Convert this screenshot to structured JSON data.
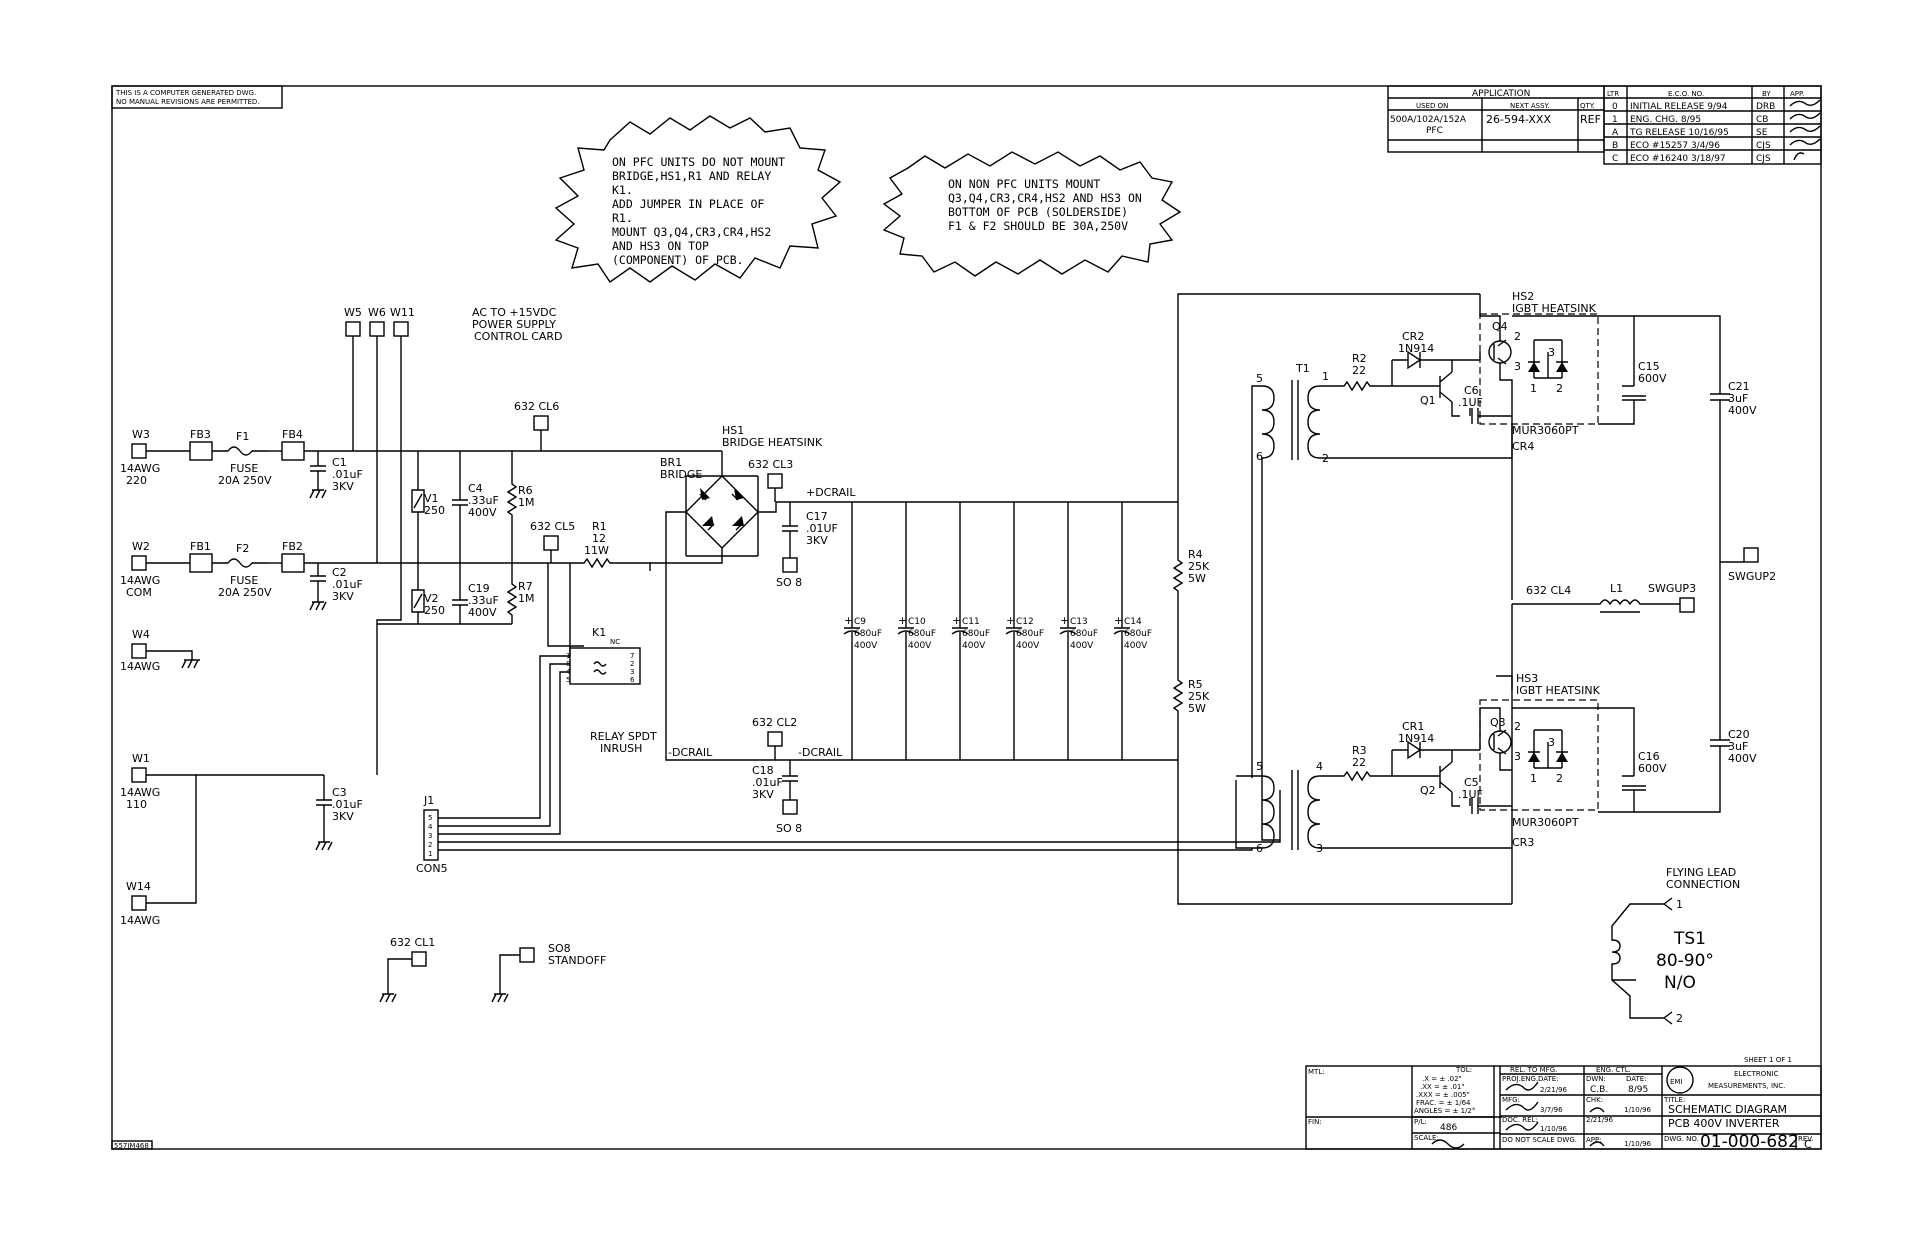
{
  "note_generated": [
    "THIS IS A COMPUTER GENERATED DWG.",
    "NO MANUAL REVISIONS ARE PERMITTED."
  ],
  "bubble_pfc": [
    "ON PFC UNITS DO NOT MOUNT",
    "BRIDGE,HS1,R1 AND RELAY",
    "K1.",
    "ADD JUMPER IN PLACE OF",
    "R1.",
    "MOUNT Q3,Q4,CR3,CR4,HS2",
    "AND HS3 ON TOP",
    "(COMPONENT) OF PCB."
  ],
  "bubble_nonpfc": [
    "ON NON PFC UNITS MOUNT",
    "Q3,Q4,CR3,CR4,HS2 AND HS3 ON",
    "BOTTOM OF PCB (SOLDERSIDE)",
    "F1 & F2 SHOULD BE 30A,250V"
  ],
  "app": {
    "title": "APPLICATION",
    "used_on_h": "USED ON",
    "next_assy_h": "NEXT ASSY.",
    "qty_h": "QTY.",
    "used_on": "500A/102A/152A",
    "used_on2": "PFC",
    "next_assy": "26-594-XXX",
    "qty": "REF"
  },
  "rev": {
    "ltr_h": "LTR",
    "eco_h": "E.C.O. NO.",
    "by_h": "BY",
    "app_h": "APP.",
    "rows": [
      {
        "ltr": "0",
        "eco": "INITIAL RELEASE 9/94",
        "by": "DRB"
      },
      {
        "ltr": "1",
        "eco": "ENG. CHG. 8/95",
        "by": "CB"
      },
      {
        "ltr": "A",
        "eco": "TG RELEASE 10/16/95",
        "by": "SE"
      },
      {
        "ltr": "B",
        "eco": "ECO #15257  3/4/96",
        "by": "CJS"
      },
      {
        "ltr": "C",
        "eco": "ECO #16240  3/18/97",
        "by": "CJS"
      }
    ]
  },
  "labels": {
    "w3": "W3",
    "w3a": "14AWG",
    "w3b": "220",
    "w2": "W2",
    "w2a": "14AWG",
    "w2b": "COM",
    "w4": "W4",
    "w4a": "14AWG",
    "w1": "W1",
    "w1a": "14AWG",
    "w1b": "110",
    "w14": "W14",
    "w14a": "14AWG",
    "w5": "W5",
    "w6": "W6",
    "w11": "W11",
    "ac1": "AC TO +15VDC",
    "ac2": "POWER SUPPLY",
    "ac3": "CONTROL CARD",
    "fb3": "FB3",
    "fb4": "FB4",
    "fb1": "FB1",
    "fb2": "FB2",
    "f1": "F1",
    "f1a": "FUSE",
    "f1b": "20A 250V",
    "f2": "F2",
    "f2a": "FUSE",
    "f2b": "20A 250V",
    "c1": "C1",
    "c1a": ".01uF",
    "c1b": "3KV",
    "c2": "C2",
    "c2a": ".01uF",
    "c2b": "3KV",
    "c3": "C3",
    "c3a": ".01uF",
    "c3b": "3KV",
    "v1": "V1",
    "v1a": "250",
    "v2": "V2",
    "v2a": "250",
    "c4": "C4",
    "c4a": ".33uF",
    "c4b": "400V",
    "c19": "C19",
    "c19a": ".33uF",
    "c19b": "400V",
    "r6": "R6",
    "r6a": "1M",
    "r7": "R7",
    "r7a": "1M",
    "cl6": "632  CL6",
    "cl5": "632  CL5",
    "cl3": "632  CL3",
    "cl2": "632  CL2",
    "cl1": "632  CL1",
    "cl4": "632  CL4",
    "r1": "R1",
    "r1a": "12",
    "r1b": "11W",
    "hs1": "HS1",
    "hs1a": "BRIDGE HEATSINK",
    "br1": "BR1",
    "br1a": "BRIDGE",
    "dcp": "+DCRAIL",
    "dcm1": "-DCRAIL",
    "dcm2": "-DCRAIL",
    "c17": "C17",
    "c17a": ".01UF",
    "c17b": "3KV",
    "c18": "C18",
    "c18a": ".01uF",
    "c18b": "3KV",
    "so8a": "SO  8",
    "so8b": "SO  8",
    "k1": "K1",
    "nc": "NC",
    "relay1": "RELAY SPDT",
    "relay2": "INRUSH",
    "j1": "J1",
    "con5": "CON5",
    "r4": "R4",
    "r4a": "25K",
    "r4b": "5W",
    "r5": "R5",
    "r5a": "25K",
    "r5b": "5W",
    "t1": "T1",
    "r2": "R2",
    "r2a": "22",
    "r3": "R3",
    "r3a": "22",
    "cr2": "CR2",
    "cr2a": "1N914",
    "cr1": "CR1",
    "cr1a": "1N914",
    "q1": "Q1",
    "q2": "Q2",
    "q3": "Q3",
    "q4": "Q4",
    "c6": "C6",
    "c6a": ".1UF",
    "c5": "C5",
    "c5a": ".1UF",
    "hs2": "HS2",
    "hs2a": "IGBT  HEATSINK",
    "hs3": "HS3",
    "hs3a": "IGBT  HEATSINK",
    "mur1": "MUR3060PT",
    "mur2": "MUR3060PT",
    "cr4": "CR4",
    "cr3": "CR3",
    "c15": "C15",
    "c15a": "600V",
    "c16": "C16",
    "c16a": "600V",
    "c21": "C21",
    "c21a": "3uF",
    "c21b": "400V",
    "c20": "C20",
    "c20a": "3uF",
    "c20b": "400V",
    "swgup2": "SWGUP2",
    "swgup3": "SWGUP3",
    "l1": "L1",
    "flying1": "FLYING LEAD",
    "flying2": "CONNECTION",
    "ts1": "TS1",
    "ts1a": "80-90°",
    "ts1b": "N/O",
    "so8": "SO8",
    "standoff": "STANDOFF",
    "sheet": "SHEET  1  OF  1"
  },
  "caps": [
    {
      "n": "C9",
      "v": "680uF",
      "k": "400V"
    },
    {
      "n": "C10",
      "v": "680uF",
      "k": "400V"
    },
    {
      "n": "C11",
      "v": "680uF",
      "k": "400V"
    },
    {
      "n": "C12",
      "v": "680uF",
      "k": "400V"
    },
    {
      "n": "C13",
      "v": "680uF",
      "k": "400V"
    },
    {
      "n": "C14",
      "v": "680uF",
      "k": "400V"
    }
  ],
  "title_block": {
    "mtl": "MTL:",
    "fin": "FIN:",
    "tol": "TOL:",
    "tol_x": ".X  = ± .02\"",
    "tol_xx": ".XX  = ± .01\"",
    "tol_xxx": ".XXX = ± .005\"",
    "tol_frac": "FRAC.  = ± 1/64",
    "tol_ang": "ANGLES = ± 1/2°",
    "pl": "P/L:",
    "pl_v": "486",
    "scale": "SCALE:",
    "rel_mfg": "REL. TO MFG.",
    "eng_ctl": "ENG. CTL.",
    "proj_eng": "PROJ.ENG.",
    "date_h": "DATE:",
    "d1": "2/21/96",
    "mfg": "MFG:",
    "d2": "3/7/96",
    "doc_rel": "DOC. REL:",
    "d3": "1/10/96",
    "no_scale": "DO NOT SCALE DWG.",
    "dwn": "DWN:",
    "dwn_v": "C.B.",
    "d4": "8/95",
    "chk": "CHK:",
    "d5": "1/10/96",
    "appr": "APP:",
    "d6": "2/21/96",
    "d7": "1/10/96",
    "title_h": "TITLE:",
    "title1": "SCHEMATIC DIAGRAM",
    "title2": "PCB 400V INVERTER",
    "dwg_h": "DWG. NO.",
    "dwg": "01-000-682",
    "rev_h": "REV.",
    "rev": "C",
    "company1": "ELECTRONIC",
    "company2": "MEASUREMENTS, INC.",
    "logo": "EMI",
    "stamp": "557JM468"
  }
}
